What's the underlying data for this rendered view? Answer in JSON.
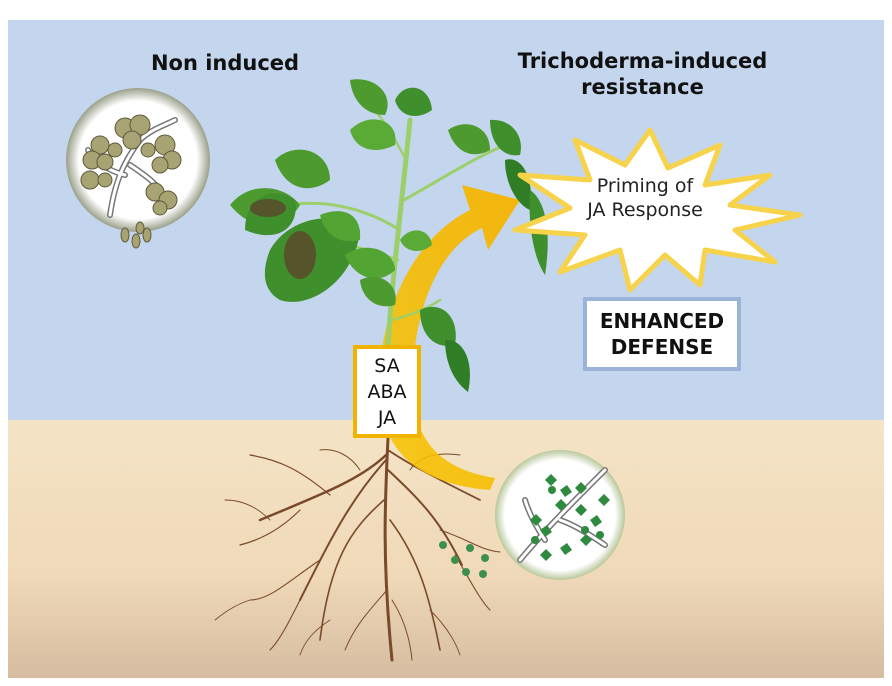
{
  "titles": {
    "non_induced": "Non induced",
    "induced_line1": "Trichoderma-induced",
    "induced_line2": "resistance"
  },
  "priming": {
    "line1": "Priming of",
    "line2": "JA Response"
  },
  "defense": {
    "line1": "ENHANCED",
    "line2": "DEFENSE"
  },
  "hormones": [
    "SA",
    "ABA",
    "JA"
  ],
  "colors": {
    "sky": "#c4d6ee",
    "soil": "#f4e4c6",
    "soil_bottom": "#d9bfa2",
    "arrow": "#f4b800",
    "leaf": "#3f8f2c",
    "root": "#7a4a2a",
    "defense_border": "#9bb3d6",
    "hormone_border": "#f0b400"
  },
  "icons": {
    "pathogen": "fungal-spore-cluster-icon",
    "trichoderma": "trichoderma-colony-icon"
  }
}
